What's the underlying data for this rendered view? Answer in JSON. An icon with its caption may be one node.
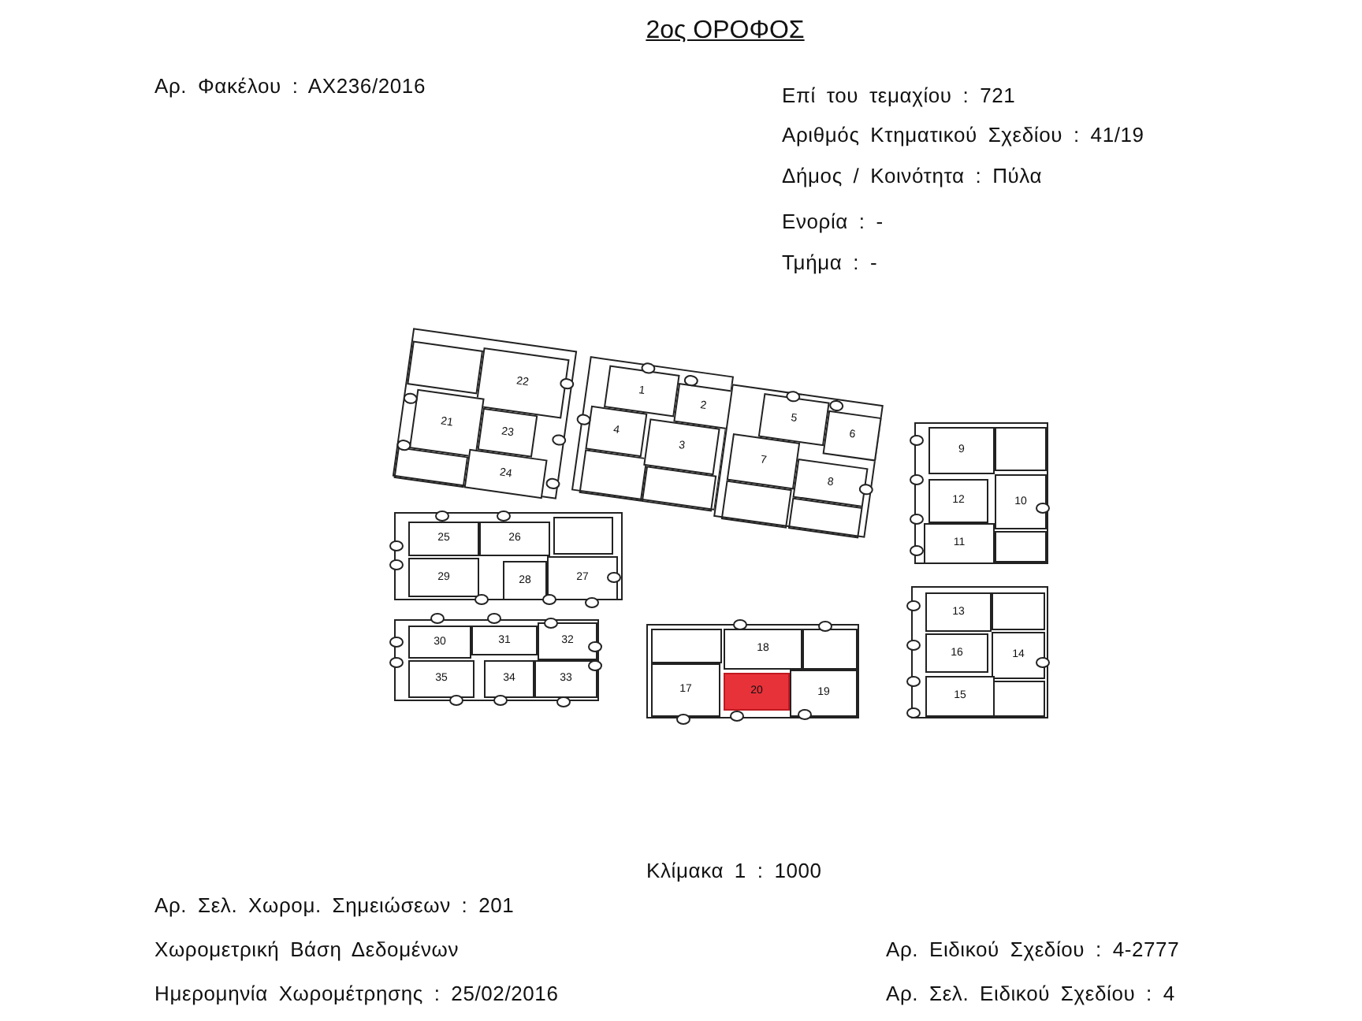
{
  "diagram": {
    "title": "2ος ΟΡΟΦΟΣ",
    "nodes": [
      {
        "text": [
          "1"
        ]
      },
      {
        "text": [
          "2"
        ]
      },
      {
        "text": [
          "3"
        ]
      },
      {
        "text": [
          "4"
        ]
      },
      {
        "text": [
          "5"
        ]
      },
      {
        "text": [
          "6"
        ]
      },
      {
        "text": [
          "7"
        ]
      },
      {
        "text": [
          "8"
        ]
      },
      {
        "text": [
          "9"
        ]
      },
      {
        "text": [
          "10"
        ]
      },
      {
        "text": [
          "11"
        ]
      },
      {
        "text": [
          "12"
        ]
      },
      {
        "text": [
          "13"
        ]
      },
      {
        "text": [
          "14"
        ]
      },
      {
        "text": [
          "15"
        ]
      },
      {
        "text": [
          "16"
        ]
      },
      {
        "text": [
          "17"
        ]
      },
      {
        "text": [
          "18"
        ]
      },
      {
        "text": [
          "19"
        ]
      },
      {
        "text": [
          "20"
        ]
      },
      {
        "text": [
          "21"
        ]
      },
      {
        "text": [
          "22"
        ]
      },
      {
        "text": [
          "23"
        ]
      },
      {
        "text": [
          "24"
        ]
      },
      {
        "text": [
          "25"
        ]
      },
      {
        "text": [
          "26"
        ]
      },
      {
        "text": [
          "27"
        ]
      },
      {
        "text": [
          "28"
        ]
      },
      {
        "text": [
          "29"
        ]
      },
      {
        "text": [
          "30"
        ]
      },
      {
        "text": [
          "31"
        ]
      },
      {
        "text": [
          "32"
        ]
      },
      {
        "text": [
          "33"
        ]
      },
      {
        "text": [
          "34"
        ]
      },
      {
        "text": [
          "35"
        ]
      }
    ],
    "labels": [
      "Αρ. Φακέλου : ΑΧ236/2016",
      "Επί του τεμαχίου : 721",
      "Αριθμός Κτηματικού Σχεδίου : 41/19",
      "Δήμος / Κοινότητα : Πύλα",
      "Ενορία : -",
      "Τμήμα : -",
      "Κλίμακα 1 : 1000",
      "Αρ. Σελ. Χωρομ. Σημειώσεων : 201",
      "Χωρομετρική Βάση Δεδομένων",
      "Αρ. Ειδικού Σχεδίου : 4-2777",
      "Ημερομηνία Χωρομέτρησης : 25/02/2016",
      "Αρ. Σελ. Ειδικού Σχεδίου : 4"
    ]
  }
}
